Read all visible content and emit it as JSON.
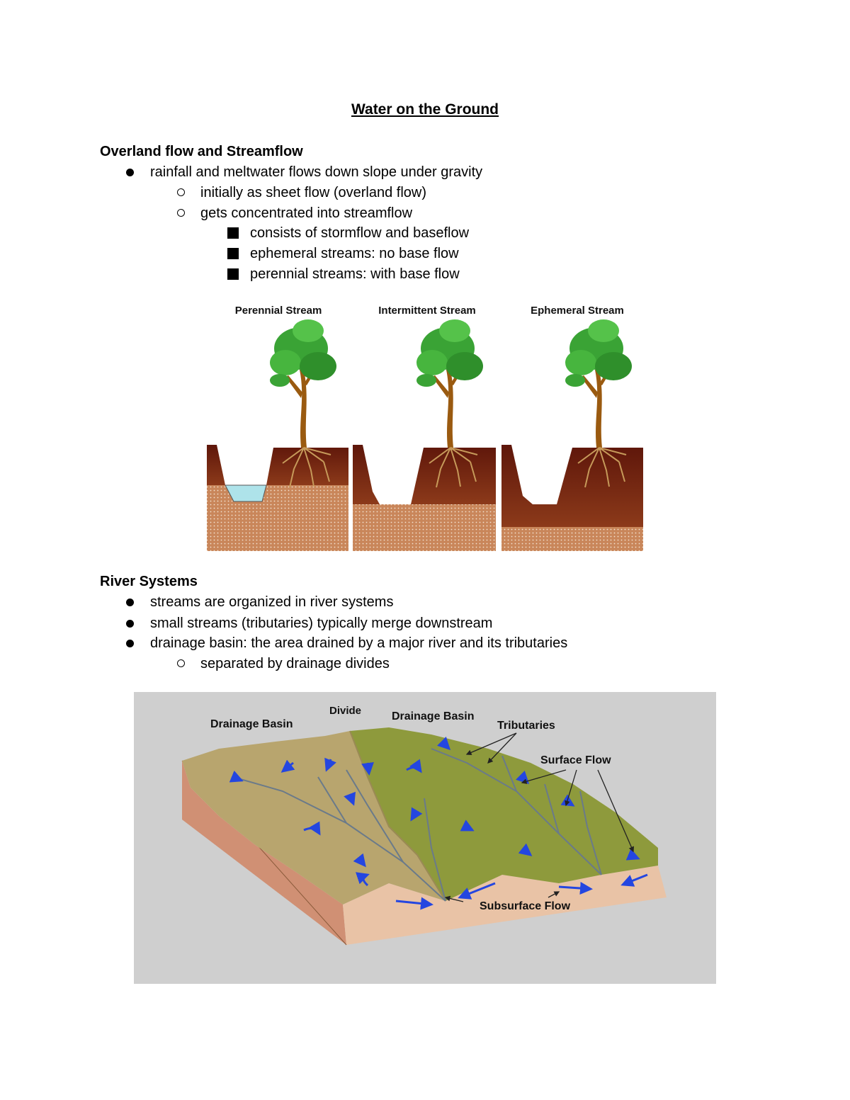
{
  "title": "Water on the Ground",
  "section1": {
    "heading": "Overland flow and Streamflow",
    "items": [
      "rainfall and meltwater flows down slope under gravity",
      "initially as sheet flow (overland flow)",
      "gets concentrated into streamflow",
      "consists of stormflow and baseflow",
      "ephemeral streams: no base flow",
      "perennial streams: with base flow"
    ]
  },
  "figure1": {
    "labels": [
      "Perennial Stream",
      "Intermittent Stream",
      "Ephemeral Stream"
    ]
  },
  "section2": {
    "heading": "River Systems",
    "items": [
      "streams are organized in river systems",
      "small streams (tributaries) typically merge downstream",
      "drainage basin: the area drained by a major river and its tributaries",
      "separated by drainage divides"
    ]
  },
  "figure2": {
    "labels": {
      "basin_left": "Drainage Basin",
      "divide": "Divide",
      "basin_right": "Drainage Basin",
      "tributaries": "Tributaries",
      "surface_flow": "Surface Flow",
      "subsurface_flow": "Subsurface Flow"
    }
  },
  "colors": {
    "soil_top": "#6b1e0e",
    "soil_bottom": "#c9865a",
    "water": "#aee3ea",
    "foliage": "#3aa335",
    "trunk": "#9a5a10",
    "basin_left": "#b8a56e",
    "basin_right": "#8e9a3c",
    "block_side": "#d69c80",
    "arrow": "#2446e0"
  }
}
